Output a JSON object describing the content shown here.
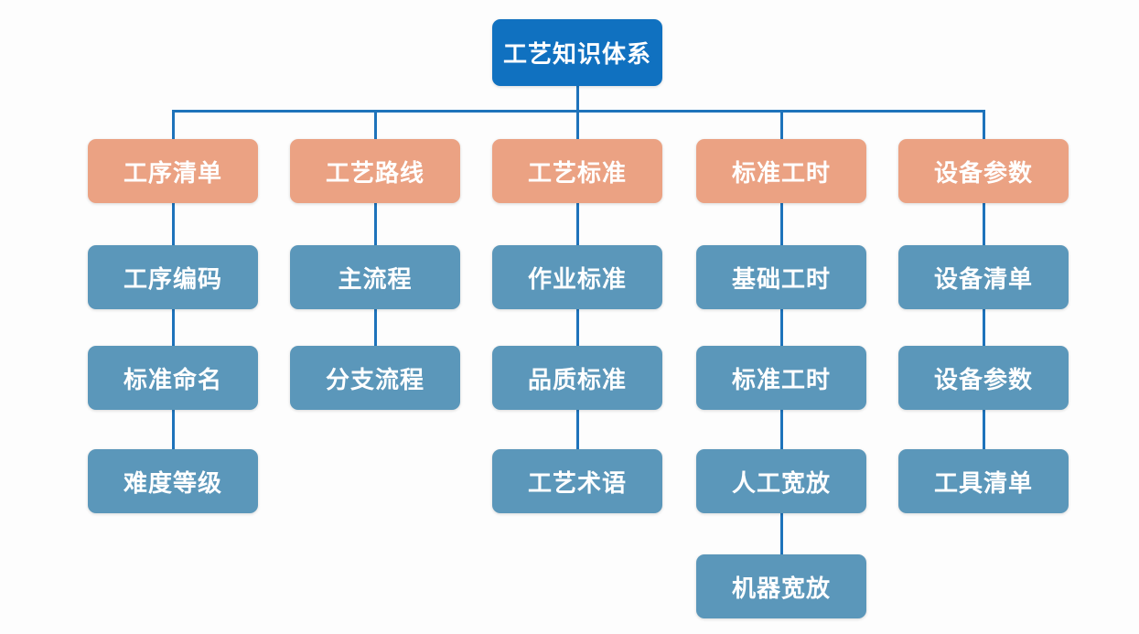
{
  "diagram": {
    "root_label": "工艺知识体系",
    "branches": [
      {
        "label": "工序清单",
        "children": [
          "工序编码",
          "标准命名",
          "难度等级"
        ]
      },
      {
        "label": "工艺路线",
        "children": [
          "主流程",
          "分支流程"
        ]
      },
      {
        "label": "工艺标准",
        "children": [
          "作业标准",
          "品质标准",
          "工艺术语"
        ]
      },
      {
        "label": "标准工时",
        "children": [
          "基础工时",
          "标准工时",
          "人工宽放",
          "机器宽放"
        ]
      },
      {
        "label": "设备参数",
        "children": [
          "设备清单",
          "设备参数",
          "工具清单"
        ]
      }
    ],
    "colors": {
      "root_bg": "#1071c0",
      "branch_bg": "#eba283",
      "child_bg": "#5b97ba",
      "line": "#1e73bb",
      "text": "#ffffff",
      "background": "#fdfdfd"
    }
  }
}
